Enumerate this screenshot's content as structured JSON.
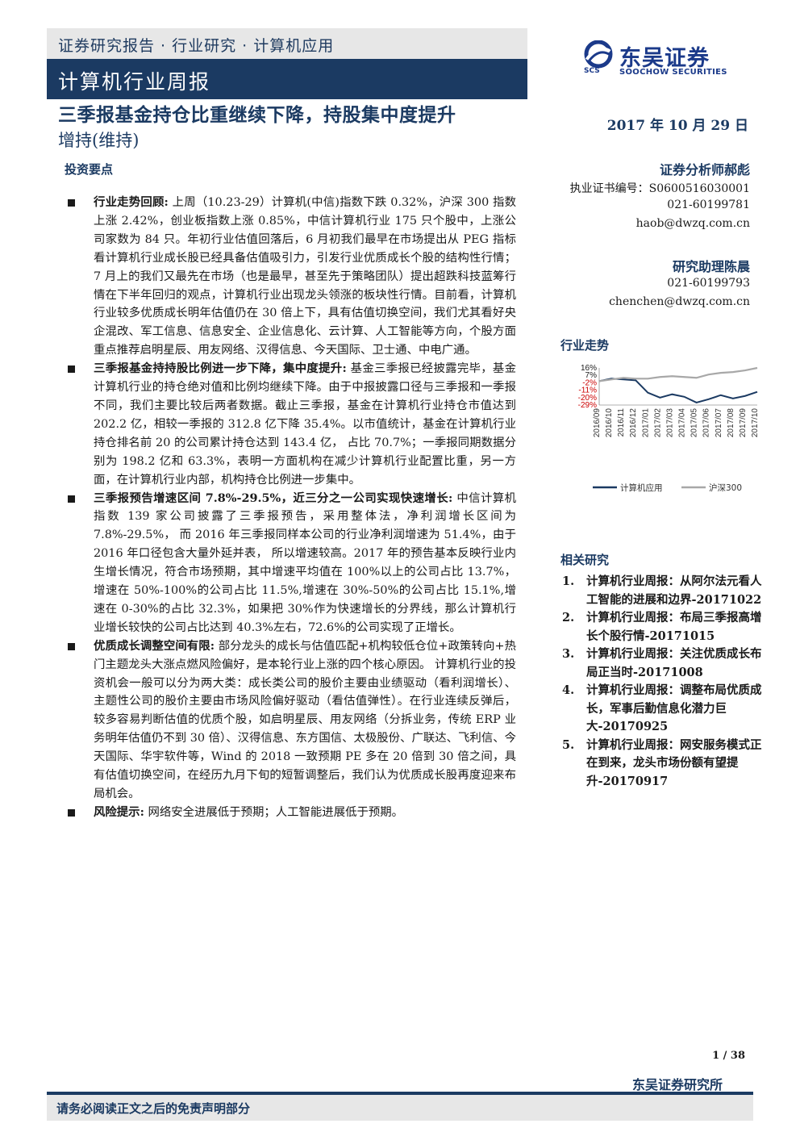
{
  "header": {
    "category": "证券研究报告 · 行业研究 · 计算机应用",
    "report_type": "计算机行业周报"
  },
  "logo": {
    "name": "东吴证券",
    "abbr": "SCS",
    "en": "SOOCHOW SECURITIES",
    "brand_color": "#1b3a8a"
  },
  "report": {
    "title": "三季报基金持仓比重继续下降，持股集中度提升",
    "rating": "增持(维持)",
    "date": "2017 年 10 月 29 日",
    "section_head": "投资要点"
  },
  "points": [
    {
      "lead": "行业走势回顾:",
      "text": " 上周（10.23-29）计算机(中信)指数下跌 0.32%，沪深 300 指数上涨 2.42%，创业板指数上涨 0.85%，中信计算机行业 175 只个股中，上涨公司家数为 84 只。年初行业估值回落后，6 月初我们最早在市场提出从 PEG 指标看计算机行业成长股已经具备估值吸引力，引发行业优质成长个股的结构性行情；7 月上的我们又最先在市场（也是最早，甚至先于策略团队）提出超跌科技蓝筹行情在下半年回归的观点，计算机行业出现龙头领涨的板块性行情。目前看，计算机行业较多优质成长明年估值仍在 30 倍上下，具有估值切换空间，我们尤其看好央企混改、军工信息、信息安全、企业信息化、云计算、人工智能等方向，个股方面重点推荐启明星辰、用友网络、汉得信息、今天国际、卫士通、中电广通。"
    },
    {
      "lead": "三季报基金持持股比例进一步下降，集中度提升:",
      "text": " 基金三季报已经披露完毕，基金计算机行业的持仓绝对值和比例均继续下降。由于中报披露口径与三季报和一季报不同，我们主要比较后两者数据。截止三季报，基金在计算机行业持仓市值达到 202.2 亿，相较一季报的 312.8 亿下降 35.4%。以市值统计，基金在计算机行业持仓排名前 20 的公司累计持仓达到 143.4 亿， 占比 70.7%；一季报同期数据分别为 198.2 亿和 63.3%，表明一方面机构在减少计算机行业配置比重，另一方面，在计算机行业内部，机构持仓比例进一步集中。"
    },
    {
      "lead": "三季报预告增速区间 7.8%-29.5%，近三分之一公司实现快速增长:",
      "text": " 中信计算机指数 139 家公司披露了三季报预告，采用整体法，净利润增长区间为 7.8%-29.5%， 而 2016 年三季报同样本公司的行业净利润增速为 51.4%，由于 2016 年口径包含大量外延并表， 所以增速较高。2017 年的预告基本反映行业内生增长情况，符合市场预期，其中增速平均值在 100%以上的公司占比 13.7%，增速在 50%-100%的公司占比 11.5%,增速在 30%-50%的公司占比 15.1%,增速在 0-30%的占比 32.3%，如果把 30%作为快速增长的分界线，那么计算机行业增长较快的公司占比达到 40.3%左右，72.6%的公司实现了正增长。"
    },
    {
      "lead": "优质成长调整空间有限:",
      "text": " 部分龙头的成长与估值匹配+机构较低仓位+政策转向+热门主题龙头大涨点燃风险偏好，是本轮行业上涨的四个核心原因。 计算机行业的投资机会一般可以分为两大类：成长类公司的股价主要由业绩驱动（看利润增长）、主题性公司的股价主要由市场风险偏好驱动（看估值弹性）。在行业连续反弹后，较多容易判断估值的优质个股，如启明星辰、用友网络（分拆业务，传统 ERP 业务明年估值仍不到 30 倍）、汉得信息、东方国信、太极股份、广联达、飞利信、今天国际、华宇软件等，Wind 的 2018 一致预期 PE 多在 20 倍到 30 倍之间，具有估值切换空间，在经历九月下旬的短暂调整后，我们认为优质成长股再度迎来布局机会。"
    },
    {
      "lead": "风险提示:",
      "text": " 网络安全进展低于预期；人工智能进展低于预期。"
    }
  ],
  "analysts": {
    "analyst_name": "证券分析师郝彪",
    "cert": "执业证书编号：S0600516030001",
    "phone1": "021-60199781",
    "email1": "haob@dwzq.com.cn",
    "assistant_name": "研究助理陈晨",
    "phone2": "021-60199793",
    "email2": "chenchen@dwzq.com.cn"
  },
  "trend": {
    "heading": "行业走势"
  },
  "chart_data": {
    "type": "line",
    "x": [
      "2016/09",
      "2016/10",
      "2016/11",
      "2016/12",
      "2017/01",
      "2017/02",
      "2017/03",
      "2017/04",
      "2017/05",
      "2017/06",
      "2017/07",
      "2017/08",
      "2017/09",
      "2017/10"
    ],
    "series": [
      {
        "name": "计算机应用",
        "color": "#1b3a62",
        "values": [
          0,
          3,
          2,
          1,
          -14,
          -20,
          -16,
          -19,
          -26,
          -22,
          -17,
          -21,
          -18,
          -13
        ]
      },
      {
        "name": "沪深300",
        "color": "#a8a8a8",
        "values": [
          0,
          2,
          4,
          3,
          3,
          5,
          6,
          5,
          4,
          8,
          10,
          11,
          13,
          16
        ]
      }
    ],
    "y_ticks": [
      "16%",
      "7%",
      "-2%",
      "-11%",
      "-20%",
      "-29%"
    ],
    "ylim": [
      -29,
      16
    ],
    "tick_colors": [
      "#1a1a1a",
      "#1a1a1a",
      "#cc0000",
      "#cc0000",
      "#cc0000",
      "#cc0000"
    ],
    "legend_position": "bottom"
  },
  "related": {
    "heading": "相关研究",
    "items": [
      {
        "num": "1.",
        "text": "计算机行业周报：从阿尔法元看人工智能的进展和边界-20171022"
      },
      {
        "num": "2.",
        "text": "计算机行业周报：布局三季报高增长个股行情-20171015"
      },
      {
        "num": "3.",
        "text": "计算机行业周报：关注优质成长布局正当时-20171008"
      },
      {
        "num": "4.",
        "text": "计算机行业周报：调整布局优质成长，军事后勤信息化潜力巨大-20170925"
      },
      {
        "num": "5.",
        "text": "计算机行业周报：网安服务模式正在到来，龙头市场份额有望提升-20170917"
      }
    ]
  },
  "footer": {
    "page": "1 / 38",
    "institute": "东吴证券研究所",
    "disclaimer": "请务必阅读正文之后的免责声明部分"
  }
}
